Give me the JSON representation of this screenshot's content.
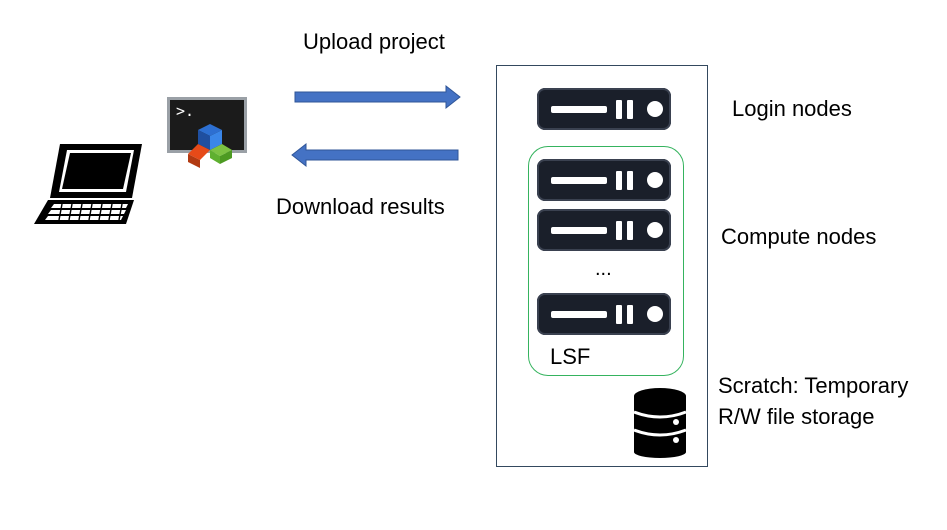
{
  "arrows": {
    "upload_label": "Upload project",
    "download_label": "Download results",
    "arrow_color": "#4472c4"
  },
  "client": {
    "laptop_icon": "laptop-icon",
    "terminal_icon": "terminal-app-icon",
    "terminal_prompt": ">."
  },
  "cluster": {
    "login_nodes_label": "Login nodes",
    "compute_nodes_label": "Compute nodes",
    "ellipsis": "...",
    "scheduler_label": "LSF",
    "scratch_label_line1": "Scratch: Temporary",
    "scratch_label_line2": "R/W file storage",
    "group_border_color": "#35b35e",
    "box_border_color": "#34495e",
    "server_icon": "server-icon",
    "storage_icon": "database-icon"
  }
}
